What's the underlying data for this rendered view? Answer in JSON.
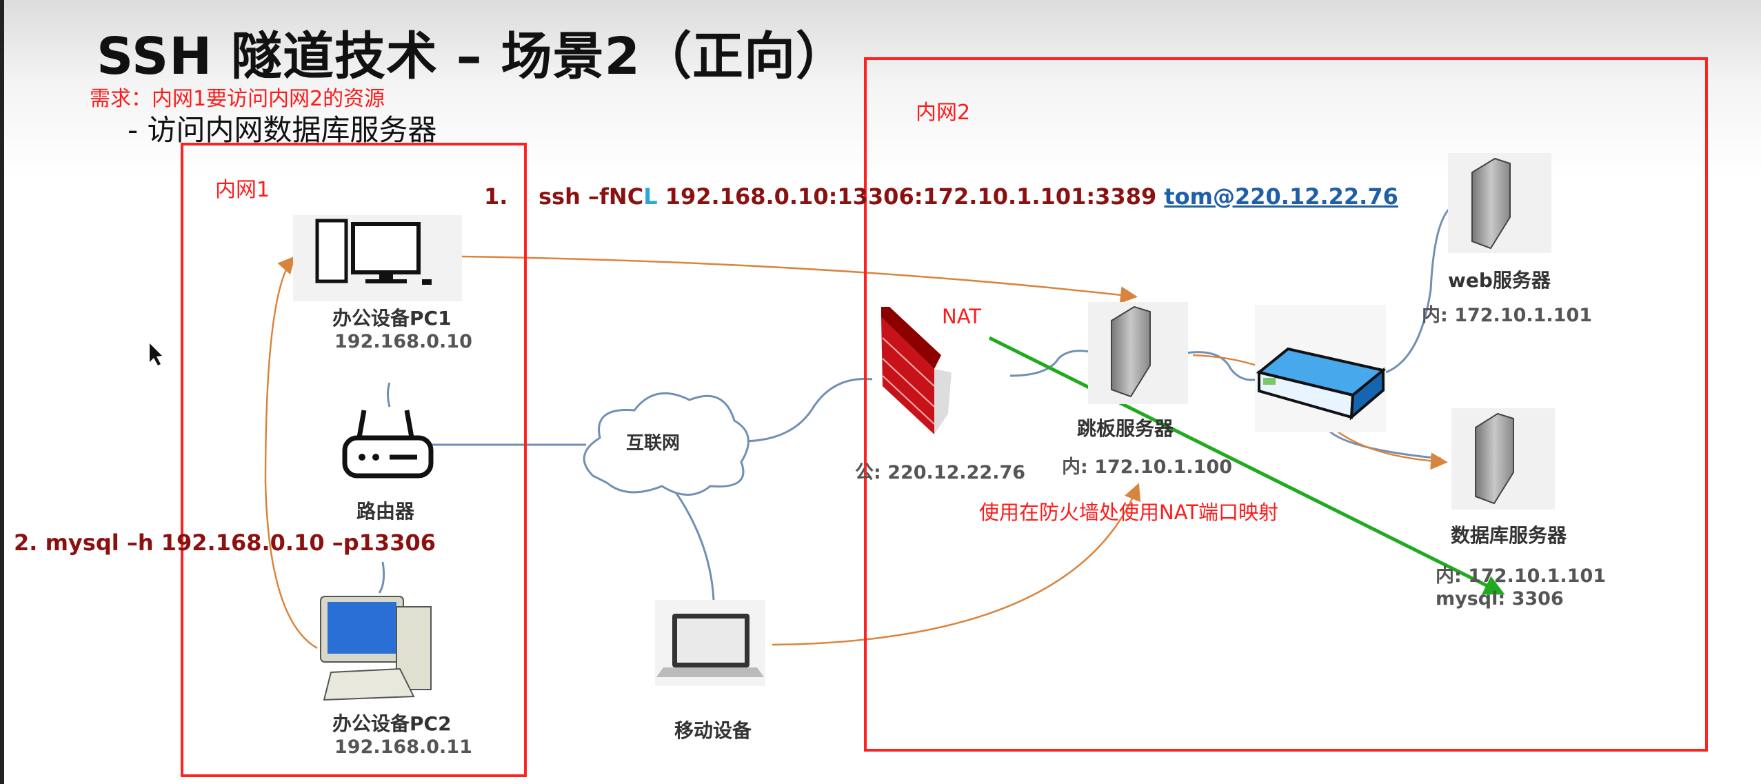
{
  "slide": {
    "title": "SSH 隧道技术 – 场景2（正向）",
    "requirement": "需求：内网1要访问内网2的资源",
    "subtitle": "- 访问内网数据库服务器",
    "zone1_label": "内网1",
    "zone2_label": "内网2",
    "command1": {
      "num": "1.",
      "prefix": "ssh –fNC",
      "flag": "L",
      "args": " 192.168.0.10:13306:172.10.1.101:3389 ",
      "target": "tom@220.12.22.76"
    },
    "command2": "2. mysql –h 192.168.0.10 –p13306",
    "nodes": {
      "pc1": {
        "name": "办公设备PC1",
        "ip": "192.168.0.10"
      },
      "router": {
        "name": "路由器"
      },
      "pc2": {
        "name": "办公设备PC2",
        "ip": "192.168.0.11"
      },
      "internet": {
        "name": "互联网"
      },
      "mobile": {
        "name": "移动设备"
      },
      "firewall": {
        "nat": "NAT",
        "ip": "公: 220.12.22.76"
      },
      "jump": {
        "name": "跳板服务器",
        "ip": "内: 172.10.1.100"
      },
      "web": {
        "name": "web服务器",
        "ip": "内: 172.10.1.101"
      },
      "db": {
        "name": "数据库服务器",
        "ip": "内: 172.10.1.101",
        "port": "mysql: 3306"
      }
    },
    "nat_note": "使用在防火墙处使用NAT端口映射"
  },
  "colors": {
    "red": "#ff2020",
    "cmd": "#8b1010",
    "link": "#1f5fa8",
    "green": "#1faa1f",
    "arrow": "#d9843c"
  }
}
